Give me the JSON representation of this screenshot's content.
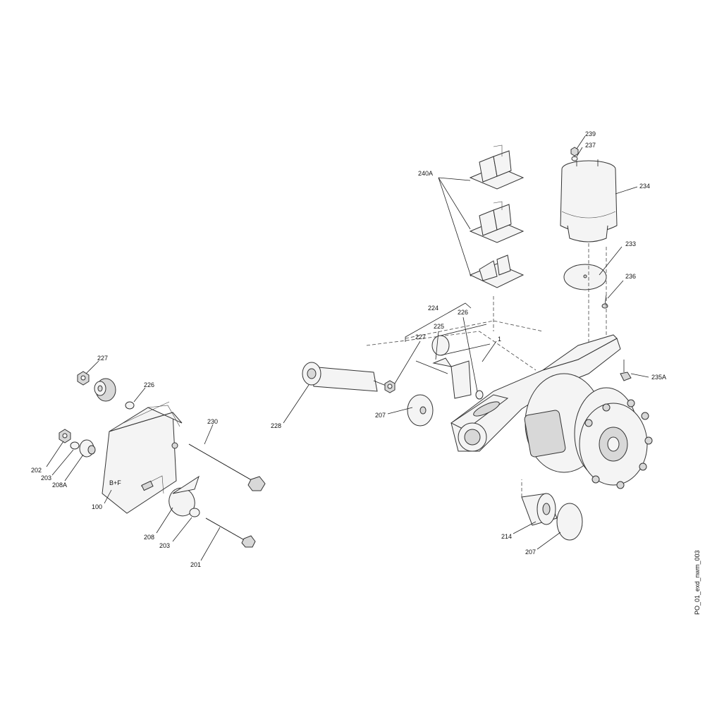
{
  "diagram": {
    "drawing_id": "PO_01_exd_nwm_003",
    "callouts": {
      "c1": "1",
      "c100": "100",
      "c201": "201",
      "c202": "202",
      "c203a": "203",
      "c203b": "203",
      "c207a": "207",
      "c207b": "207",
      "c208": "208",
      "c208A": "208A",
      "c214": "214",
      "c224": "224",
      "c225": "225",
      "c226a": "226",
      "c226b": "226",
      "c227a": "227",
      "c227b": "227",
      "c228": "228",
      "c230": "230",
      "c233": "233",
      "c234": "234",
      "c235A": "235A",
      "c236": "236",
      "c237": "237",
      "c239": "239",
      "c240A": "240A"
    }
  }
}
